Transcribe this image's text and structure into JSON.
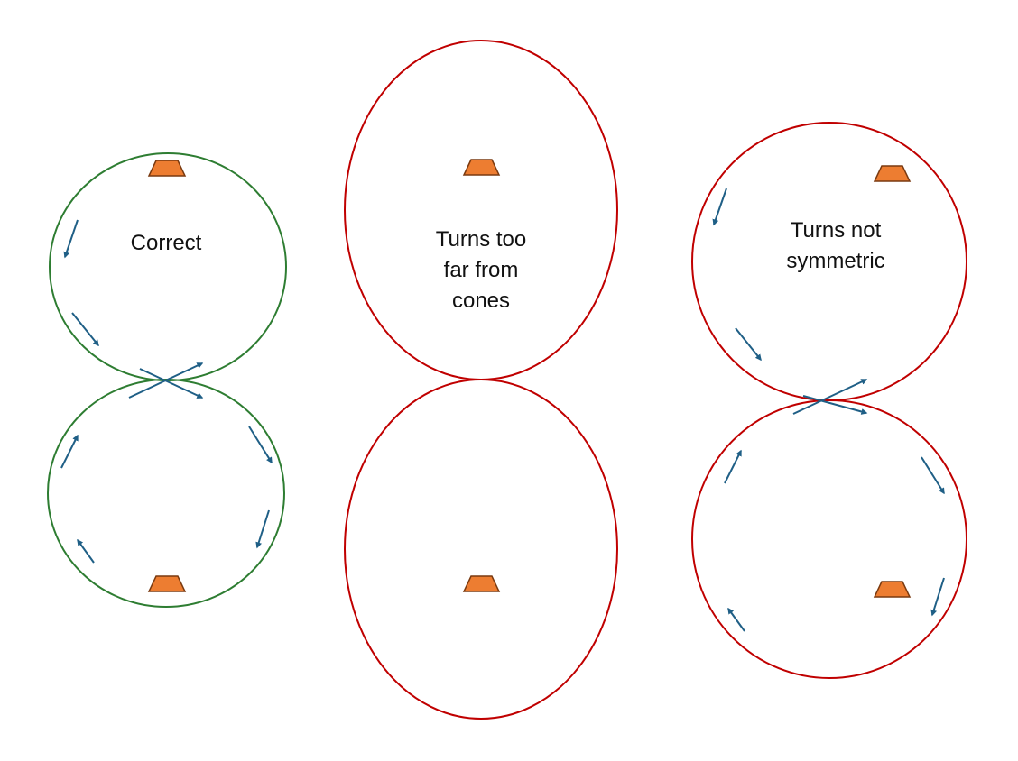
{
  "colors": {
    "correct_circle": "#2e7d32",
    "incorrect_circle": "#c00000",
    "cone_fill": "#ed7d31",
    "cone_stroke": "#7a3a10",
    "arrow": "#1f5f86"
  },
  "icons": {
    "cone": "traffic-cone-icon",
    "arrow": "direction-arrow-icon"
  },
  "panels": {
    "correct": {
      "label_lines": [
        "Correct"
      ]
    },
    "too_far": {
      "label_lines": [
        "Turns too",
        "far from",
        "cones"
      ]
    },
    "not_symmetric": {
      "label_lines": [
        "Turns not",
        "symmetric"
      ]
    }
  }
}
